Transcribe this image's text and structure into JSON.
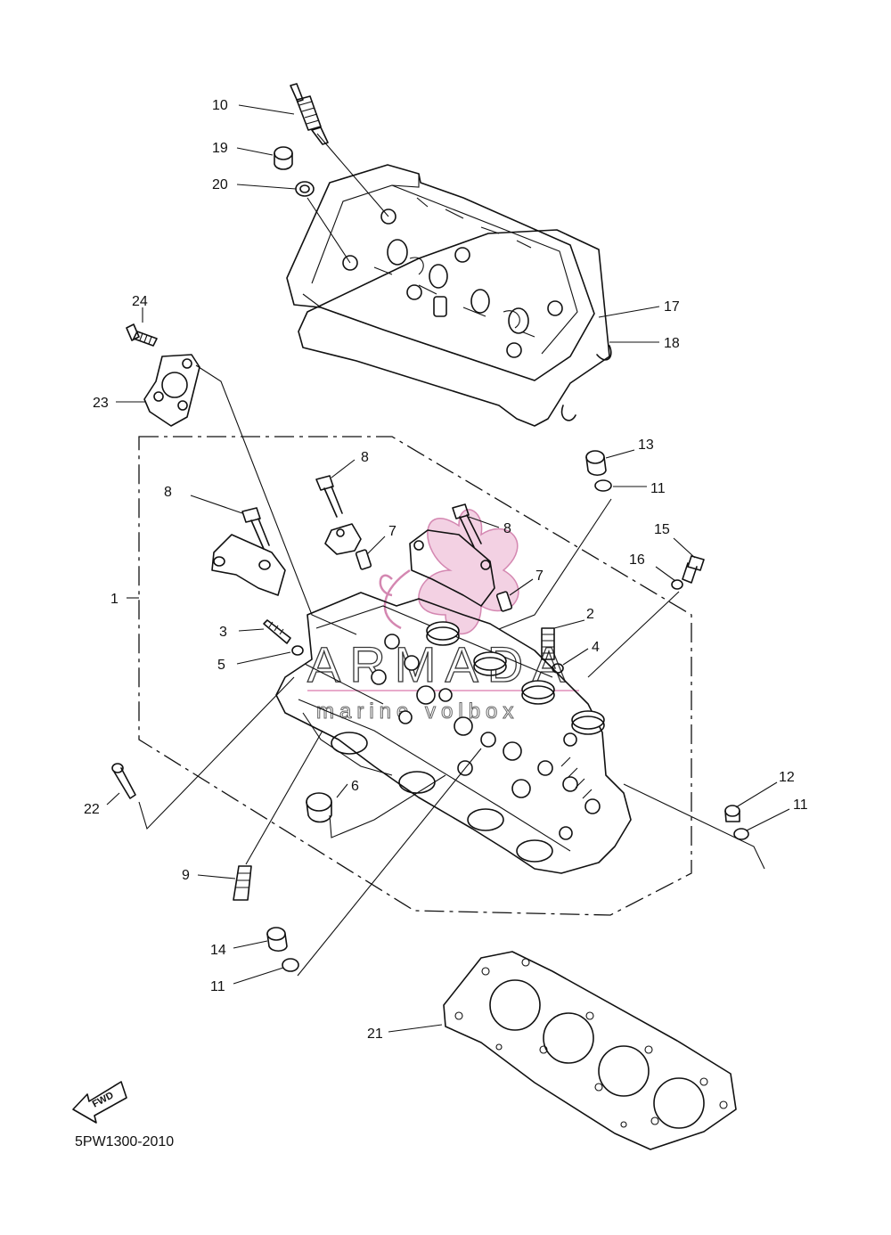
{
  "diagram": {
    "title": "",
    "code": "5PW1300-2010",
    "fwd_label": "FWD",
    "watermark": {
      "brand": "ARMADA",
      "tagline": "marine volbox",
      "accent_color": "#e6a3c6"
    },
    "callouts": [
      {
        "id": "c10a",
        "label": "10"
      },
      {
        "id": "c19",
        "label": "19"
      },
      {
        "id": "c20",
        "label": "20"
      },
      {
        "id": "c17",
        "label": "17"
      },
      {
        "id": "c18",
        "label": "18"
      },
      {
        "id": "c24",
        "label": "24"
      },
      {
        "id": "c23",
        "label": "23"
      },
      {
        "id": "c13",
        "label": "13"
      },
      {
        "id": "c11a",
        "label": "11"
      },
      {
        "id": "c8a",
        "label": "8"
      },
      {
        "id": "c8b",
        "label": "8"
      },
      {
        "id": "c8c",
        "label": "8"
      },
      {
        "id": "c7a",
        "label": "7"
      },
      {
        "id": "c7b",
        "label": "7"
      },
      {
        "id": "c15",
        "label": "15"
      },
      {
        "id": "c16",
        "label": "16"
      },
      {
        "id": "c1",
        "label": "1"
      },
      {
        "id": "c2",
        "label": "2"
      },
      {
        "id": "c3",
        "label": "3"
      },
      {
        "id": "c4",
        "label": "4"
      },
      {
        "id": "c5",
        "label": "5"
      },
      {
        "id": "c6",
        "label": "6"
      },
      {
        "id": "c12",
        "label": "12"
      },
      {
        "id": "c11b",
        "label": "11"
      },
      {
        "id": "c22",
        "label": "22"
      },
      {
        "id": "c9",
        "label": "9"
      },
      {
        "id": "c14",
        "label": "14"
      },
      {
        "id": "c11c",
        "label": "11"
      },
      {
        "id": "c21",
        "label": "21"
      }
    ]
  }
}
